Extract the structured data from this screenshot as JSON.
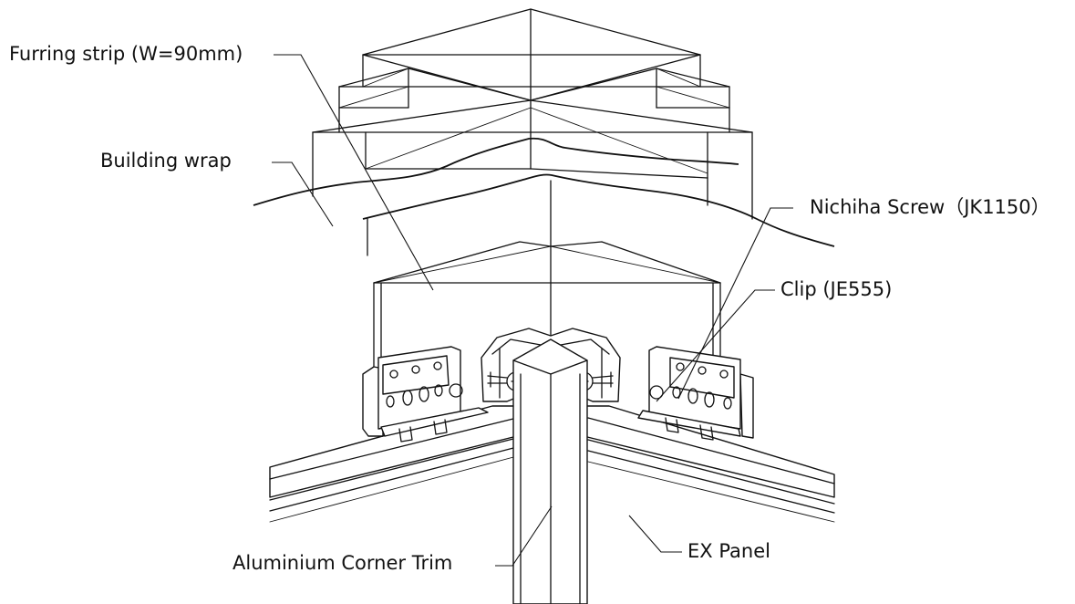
{
  "labels": {
    "furring_strip": "Furring strip (W=90mm)",
    "building_wrap": "Building wrap",
    "nichiha_screw": "Nichiha Screw（JK1150）",
    "clip": "Clip (JE555)",
    "corner_trim": "Aluminium Corner Trim",
    "ex_panel": "EX Panel"
  },
  "colors": {
    "line": "#111111",
    "background": "#ffffff"
  }
}
